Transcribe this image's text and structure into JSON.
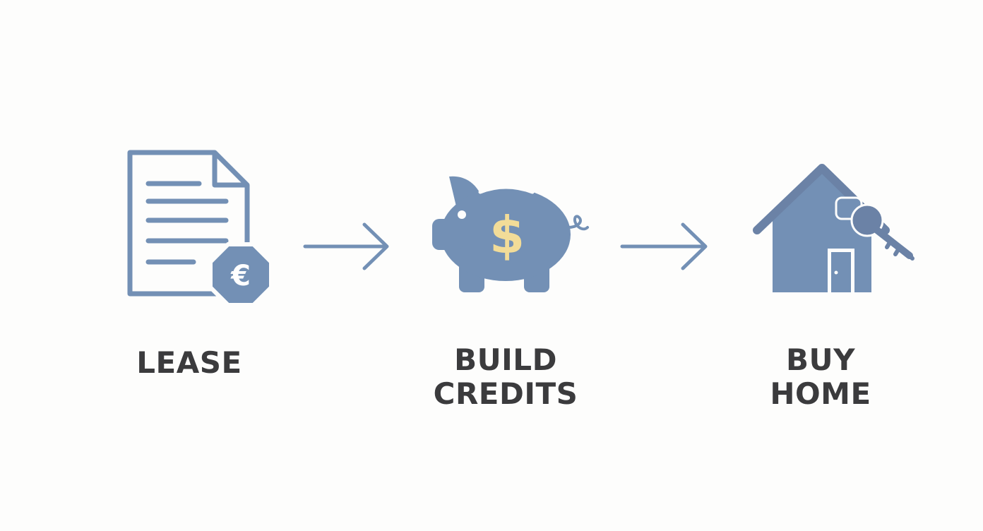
{
  "colors": {
    "background": "#fdfdfc",
    "icon_blue": "#7390b5",
    "icon_blue_dark": "#6b82a6",
    "text": "#3b3b3d",
    "dollar_gold": "#f2dc98"
  },
  "steps": [
    {
      "icon": "document-euro-icon",
      "label_lines": [
        "LEASE"
      ],
      "badge_symbol": "€"
    },
    {
      "icon": "piggy-bank-icon",
      "label_lines": [
        "BUILD",
        "CREDITS"
      ],
      "badge_symbol": "$"
    },
    {
      "icon": "house-key-icon",
      "label_lines": [
        "BUY",
        "HOME"
      ]
    }
  ],
  "connectors": [
    "right-arrow-icon",
    "right-arrow-icon"
  ]
}
